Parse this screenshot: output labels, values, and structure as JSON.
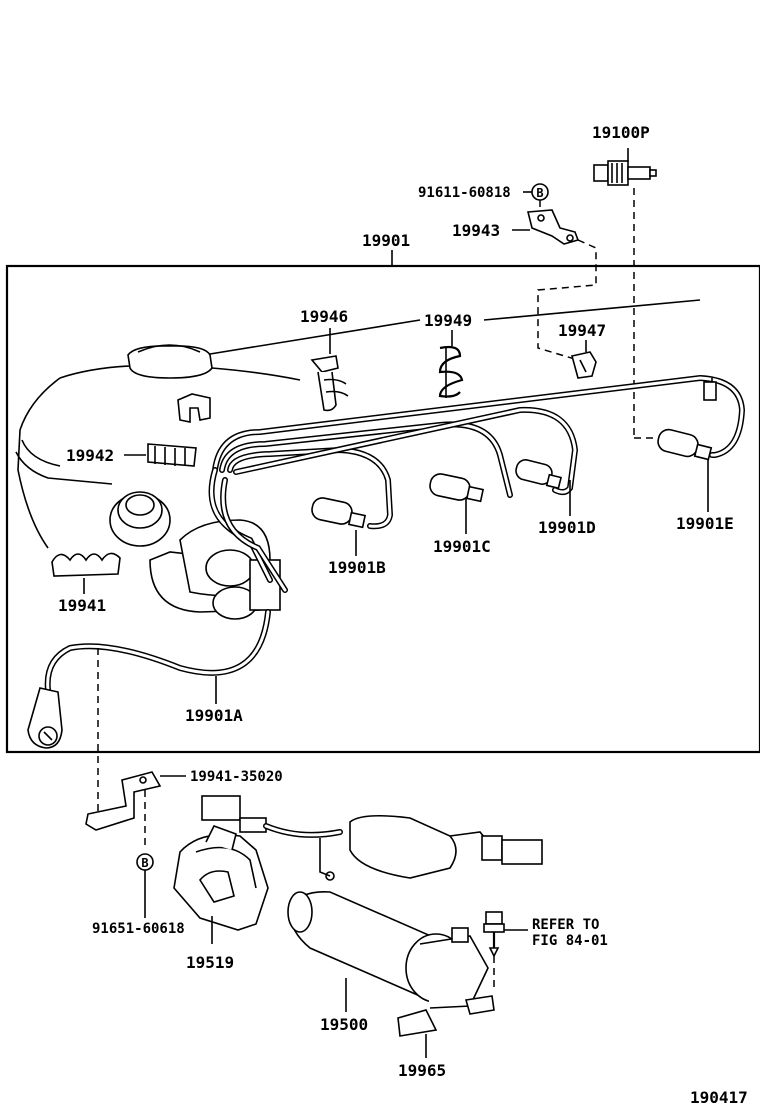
{
  "labels": {
    "p19100P": "19100P",
    "p91611": "91611-60818",
    "p19943": "19943",
    "p19901": "19901",
    "p19946": "19946",
    "p19949": "19949",
    "p19947": "19947",
    "p19942": "19942",
    "p19941": "19941",
    "p19901A": "19901A",
    "p19901B": "19901B",
    "p19901C": "19901C",
    "p19901D": "19901D",
    "p19901E": "19901E",
    "p1994135020": "19941-35020",
    "p91651": "91651-60618",
    "p19519": "19519",
    "p19500": "19500",
    "p19965": "19965",
    "refer_line1": "REFER TO",
    "refer_line2": "FIG 84-01",
    "figure_id": "190417",
    "bolt_mark_top": "B",
    "bolt_mark_bottom": "B"
  }
}
